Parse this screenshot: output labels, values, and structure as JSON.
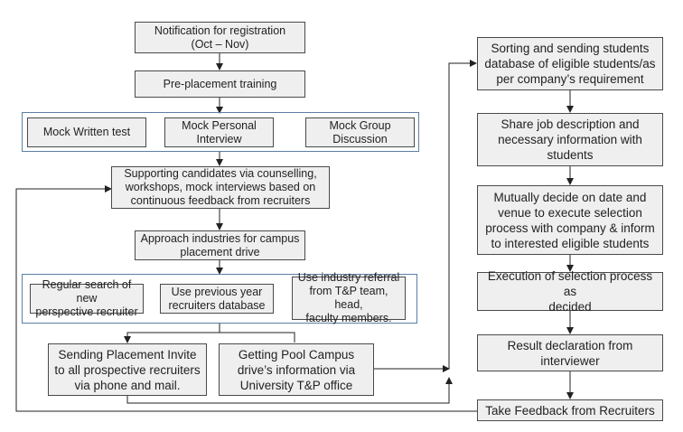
{
  "left_flow": {
    "notification": "Notification for registration\n(Oct – Nov)",
    "pre_placement": "Pre-placement training",
    "training": {
      "mock_written": "Mock Written test",
      "mock_personal": "Mock Personal\nInterview",
      "mock_group": "Mock Group\nDiscussion"
    },
    "supporting": "Supporting candidates via counselling,\nworkshops, mock interviews based on\ncontinuous feedback from recruiters",
    "approach": "Approach industries for campus\nplacement drive",
    "sources": {
      "regular_search": "Regular search of new\nperspective recruiter",
      "previous_year": "Use previous year\nrecruiters database",
      "industry_referral": "Use industry referral\nfrom T&P team, head,\nfaculty members."
    },
    "sending_invite": "Sending Placement Invite\nto all prospective recruiters\nvia phone and mail.",
    "pool_campus": "Getting Pool Campus\ndrive’s information via\nUniversity T&P office"
  },
  "right_flow": {
    "sorting": "Sorting and sending students\ndatabase of eligible students/as\nper company’s requirement",
    "share_job": "Share job description and\nnecessary information with\nstudents",
    "mutually_decide": "Mutually decide on date and\nvenue to execute selection\nprocess with company & inform\nto interested eligible students",
    "execution": "Execution of selection process as\ndecided",
    "result": "Result declaration from\ninterviewer",
    "feedback": "Take Feedback from Recruiters"
  }
}
